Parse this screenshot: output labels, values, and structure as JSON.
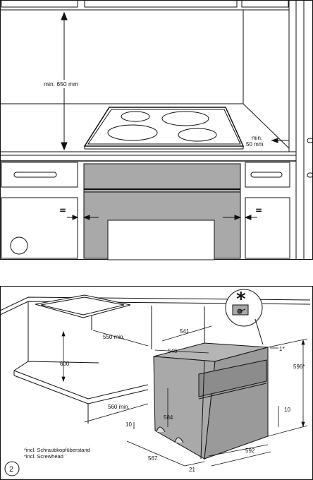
{
  "figure1": {
    "min_height_label": "min. 650 mm",
    "side_clearance_line1": "min.",
    "side_clearance_line2": "50 mm",
    "equal_sign_left": "=",
    "equal_sign_right": "="
  },
  "figure2": {
    "figure_number": "2",
    "dimensions": {
      "d541": "541",
      "d550": "550 min.",
      "d546": "546",
      "d600": "600",
      "d560": "560 min.",
      "d1": "1*",
      "d596": "596*",
      "d584": "584",
      "d10a": "10",
      "d10b": "10",
      "d567": "567",
      "d21": "21",
      "d592": "592"
    },
    "footnote_line1": "*incl. Schraubkopfüberstand",
    "footnote_line2": "*incl. Screwhead"
  },
  "colors": {
    "oven_gray": "#a9a9a9",
    "oven_dark": "#8c8c8c",
    "wall_bg": "#ffffff",
    "line": "#111111"
  }
}
